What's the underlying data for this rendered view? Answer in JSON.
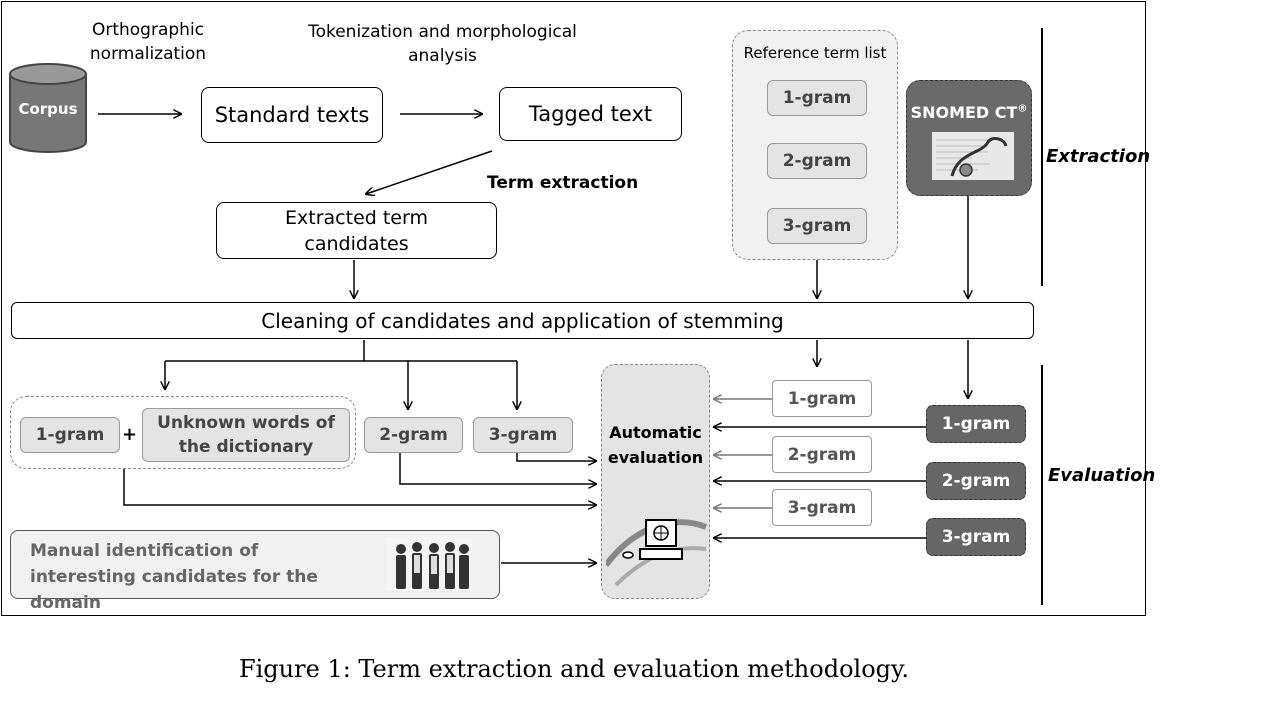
{
  "labels": {
    "ortho": "Orthographic normalization",
    "tokenization": "Tokenization and morphological analysis",
    "term_extraction": "Term extraction",
    "reference_list": "Reference term list",
    "extraction_side": "Extraction",
    "evaluation_side": "Evaluation"
  },
  "nodes": {
    "corpus": "Corpus",
    "standard_texts": "Standard texts",
    "tagged_text": "Tagged text",
    "extracted_candidates": "Extracted term candidates",
    "snomed": "SNOMED CT",
    "snomed_mark": "®",
    "cleaning": "Cleaning of candidates and application of stemming",
    "plus": "+",
    "unknown_words": "Unknown words of the dictionary",
    "automatic_eval": "Automatic evaluation",
    "manual_ident": "Manual identification of interesting candidates for the domain"
  },
  "grams": {
    "g1": "1-gram",
    "g2": "2-gram",
    "g3": "3-gram"
  },
  "caption": "Figure 1: Term extraction and evaluation methodology."
}
